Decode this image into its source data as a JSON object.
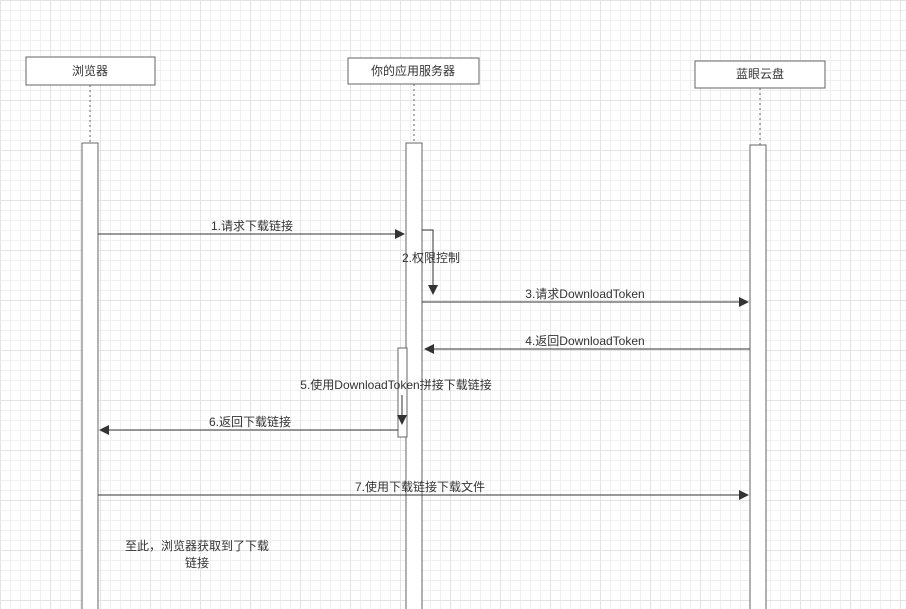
{
  "diagram": {
    "participants": [
      {
        "label": "浏览器"
      },
      {
        "label": "你的应用服务器"
      },
      {
        "label": "蓝眼云盘"
      }
    ],
    "messages": [
      {
        "label": "1.请求下载链接"
      },
      {
        "label": "2.权限控制"
      },
      {
        "label": "3.请求DownloadToken"
      },
      {
        "label": "4.返回DownloadToken"
      },
      {
        "label": "5.使用DownloadToken拼接下载链接"
      },
      {
        "label": "6.返回下载链接"
      },
      {
        "label": "7.使用下载链接下载文件"
      }
    ],
    "note": {
      "line1": "至此，浏览器获取到了下载",
      "line2": "链接"
    }
  }
}
